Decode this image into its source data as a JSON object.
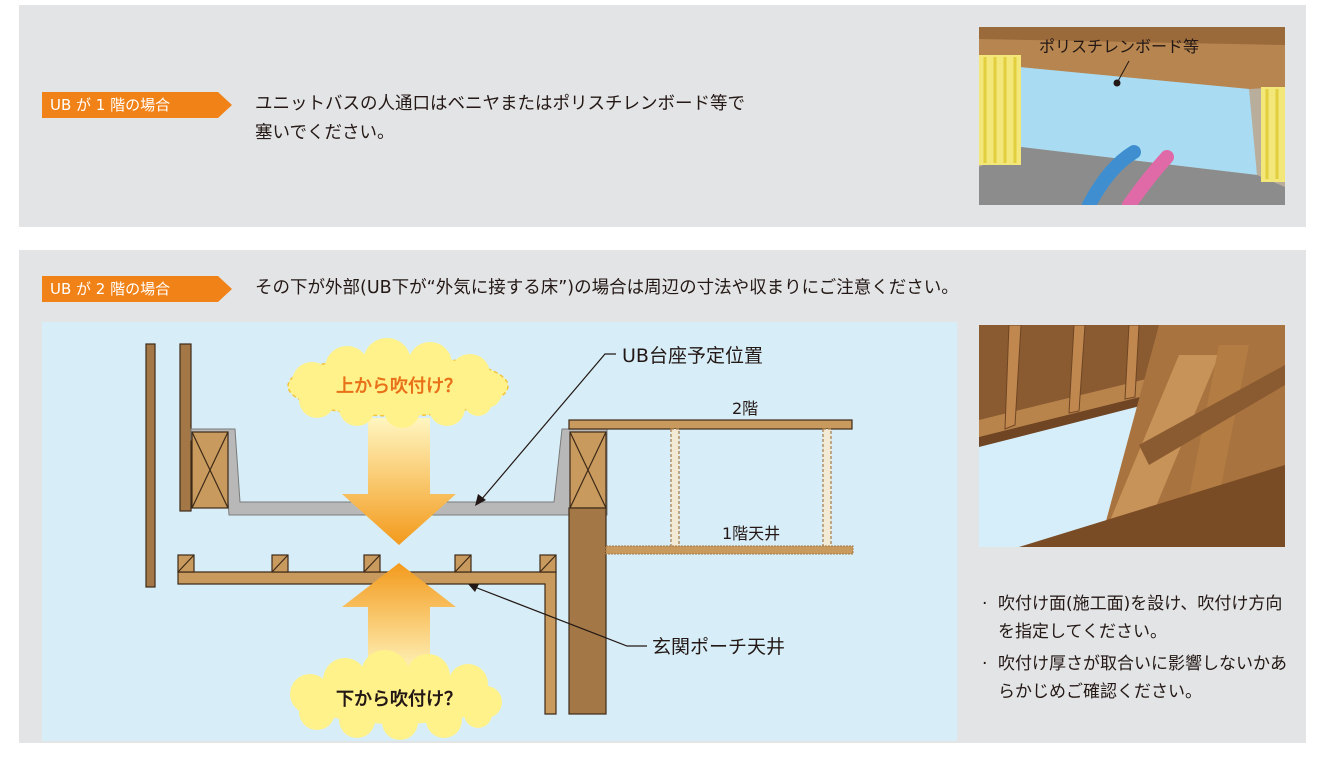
{
  "section1": {
    "badge": "UB が 1 階の場合",
    "text_line1": "ユニットバスの人通口はベニヤまたはポリスチレンボード等で",
    "text_line2": "塞いでください。",
    "photo_label": "ポリスチレンボード等"
  },
  "section2": {
    "badge": "UB が 2 階の場合",
    "heading": "その下が外部(UB下が“外気に接する床”)の場合は周辺の寸法や収まりにご注意ください。",
    "diagram": {
      "label_ub_base": "UB台座予定位置",
      "label_2f": "2階",
      "label_1f_ceiling": "1階天井",
      "label_porch_ceiling": "玄関ポーチ天井",
      "cloud_top": "上から吹付け？",
      "cloud_bottom": "下から吹付け？"
    },
    "bullets": [
      "吹付け面(施工面)を設け、吹付け方向を指定してください。",
      "吹付け厚さが取合いに影響しないかあらかじめご確認ください。"
    ]
  },
  "colors": {
    "accent": "#f08218",
    "panel_bg": "#e3e4e5",
    "diagram_bg": "#d7eef8",
    "wood": "#a37846",
    "cloud": "#fff28a",
    "cloud_text": "#e8711a"
  }
}
